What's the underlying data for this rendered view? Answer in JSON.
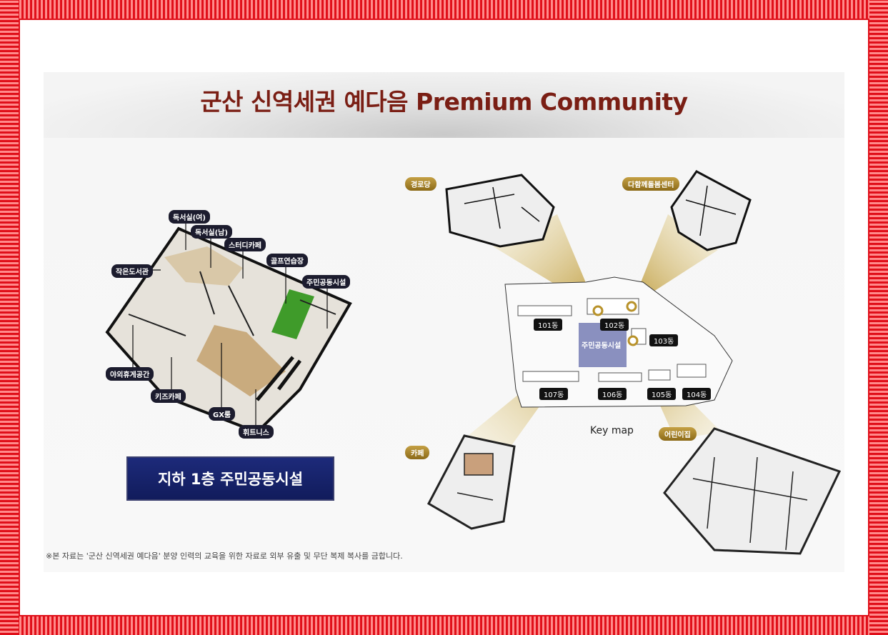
{
  "title": "군산 신역세권 예다음 Premium Community",
  "floor_button": "지하 1층 주민공동시설",
  "disclaimer": "※본 자료는 '군산 신역세권 예다음' 분양 인력의 교육을 위한 자료로 외부 유출 및 무단 복제 복사를 금합니다.",
  "keymap": "Key map",
  "floorplan_labels": {
    "reading_female": "독서실(여)",
    "reading_male": "독서실(남)",
    "study_cafe": "스터디카페",
    "small_library": "작은도서관",
    "golf": "골프연습장",
    "community": "주민공동시설",
    "outdoor_rest": "야외휴게공간",
    "kids_cafe": "키즈카페",
    "gx_room": "GX룸",
    "fitness": "휘트니스"
  },
  "facility_labels": {
    "senior": "경로당",
    "childcare": "다함께돌봄센터",
    "cafe": "카페",
    "daycare": "어린이집"
  },
  "buildings": [
    "101동",
    "102동",
    "103동",
    "107동",
    "106동",
    "105동",
    "104동"
  ],
  "common_facility": "주민공동시설",
  "colors": {
    "title": "#7a1e14",
    "frame": "#e0101a",
    "button": "#1d2a7a",
    "beam": "#c9a53a",
    "common": "#8a90bf"
  }
}
